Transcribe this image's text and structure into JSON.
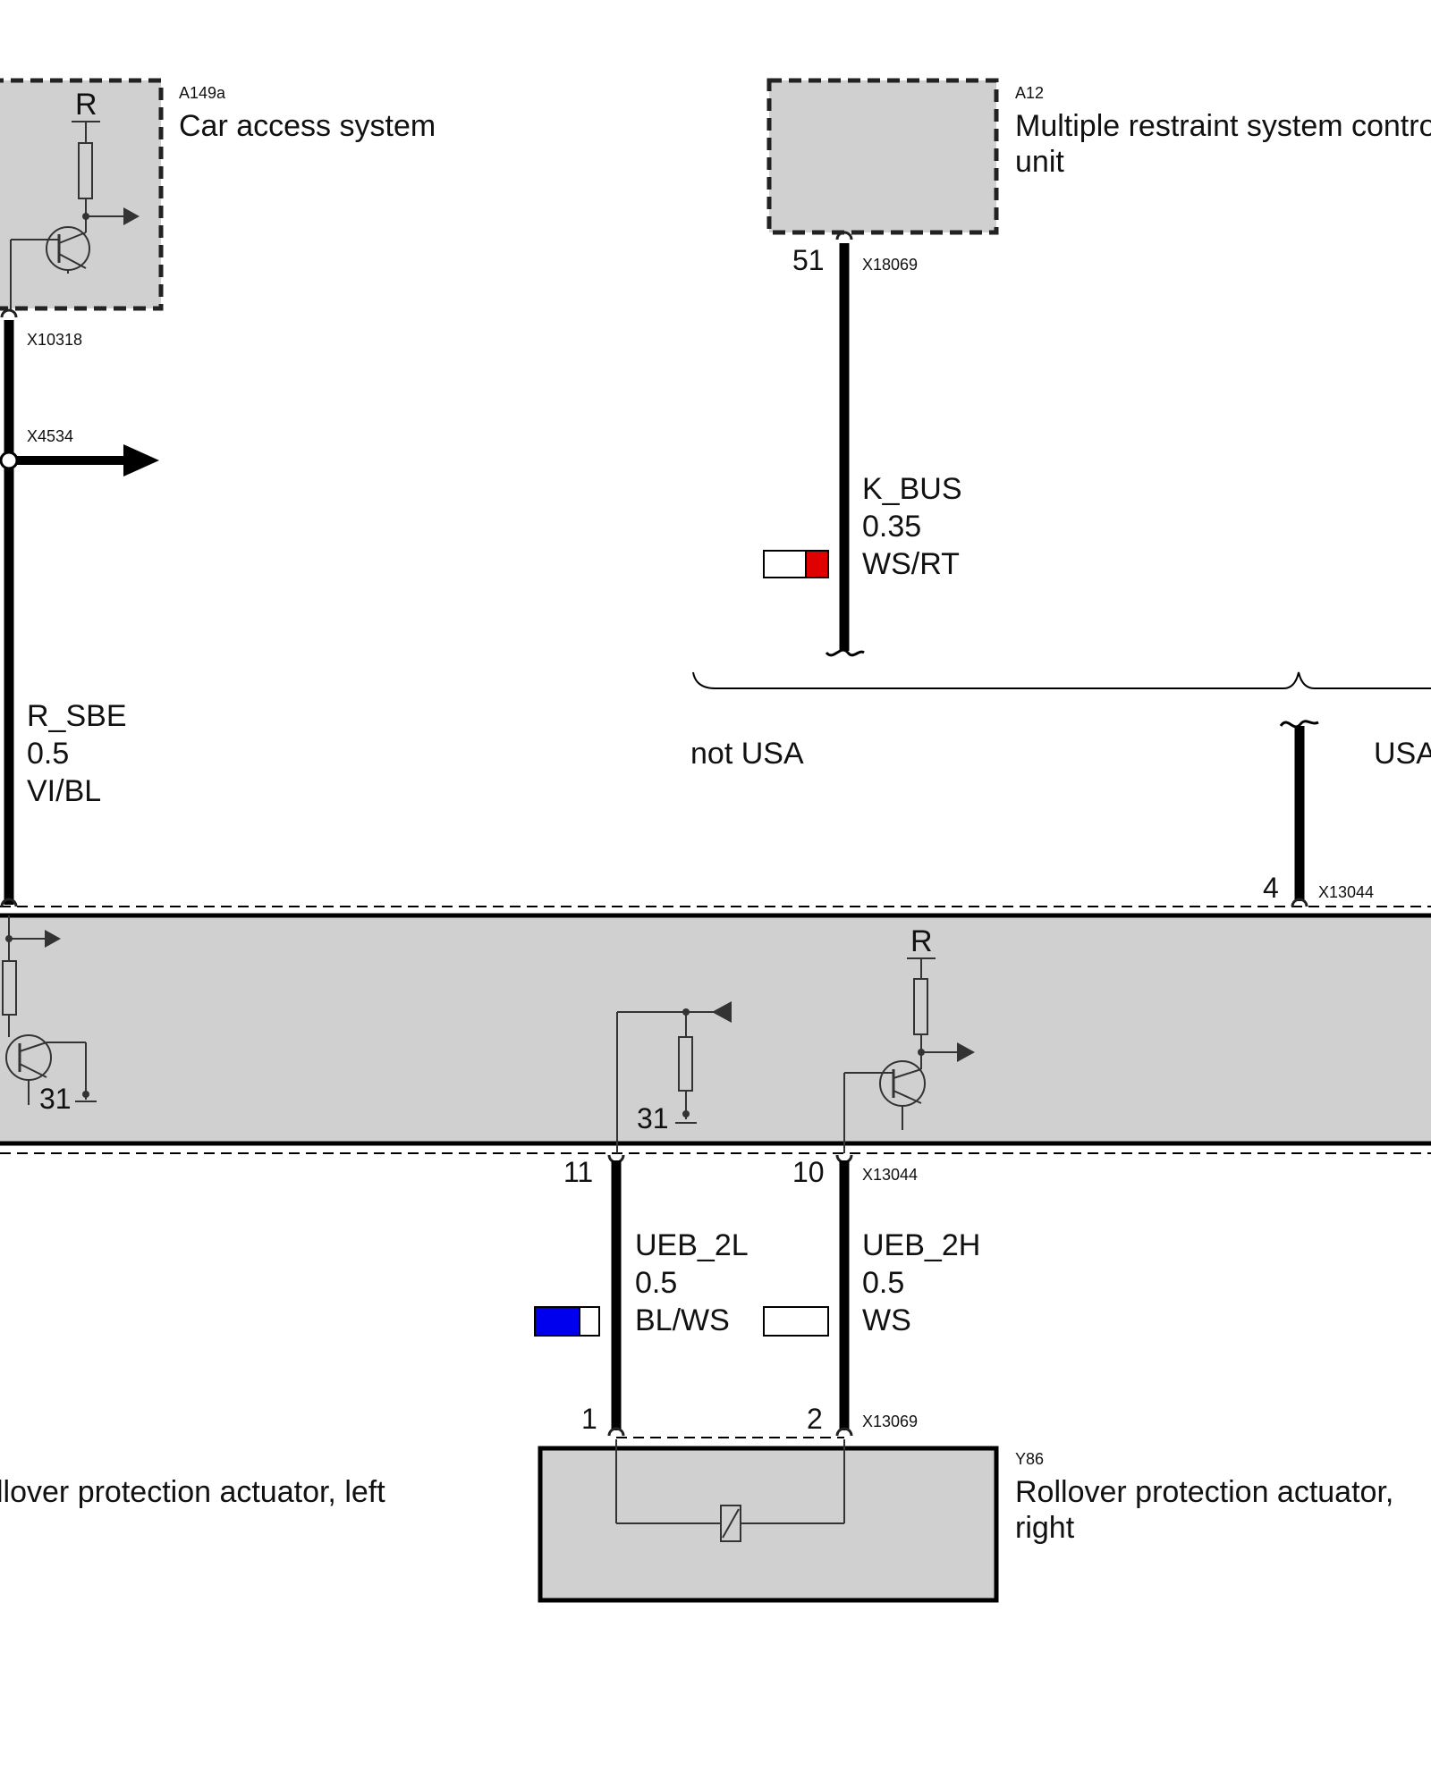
{
  "components": {
    "car_access": {
      "code": "A149a",
      "name": "Car access system",
      "connector": "X10318",
      "ref_label": "R"
    },
    "mrs": {
      "code": "A12",
      "name_line1": "Multiple restraint system control",
      "name_line2": "unit",
      "connector": "X18069",
      "pin": "51"
    },
    "actuator_right": {
      "code": "Y86",
      "name_line1": "Rollover protection actuator,",
      "name_line2": "right",
      "connector": "X13069",
      "pin_left": "1",
      "pin_right": "2"
    },
    "actuator_left": {
      "name": "llover protection actuator, left"
    },
    "center_unit": {
      "connector": "X13044",
      "pin_top": "4",
      "pin_left": "11",
      "pin_right": "10",
      "ground_left": "31",
      "ground_mid": "31",
      "ref_label": "R"
    }
  },
  "splice": {
    "connector": "X4534"
  },
  "wires": {
    "r_sbe": {
      "signal": "R_SBE",
      "size": "0.5",
      "color": "VI/BL"
    },
    "k_bus": {
      "signal": "K_BUS",
      "size": "0.35",
      "color": "WS/RT"
    },
    "ueb_2l": {
      "signal": "UEB_2L",
      "size": "0.5",
      "color": "BL/WS"
    },
    "ueb_2h": {
      "signal": "UEB_2H",
      "size": "0.5",
      "color": "WS"
    }
  },
  "variants": {
    "left": "not USA",
    "right": "USA"
  },
  "colors": {
    "white": "#ffffff",
    "red": "#e00000",
    "blue": "#0000ee",
    "fill_grey": "#d0d0d0"
  }
}
